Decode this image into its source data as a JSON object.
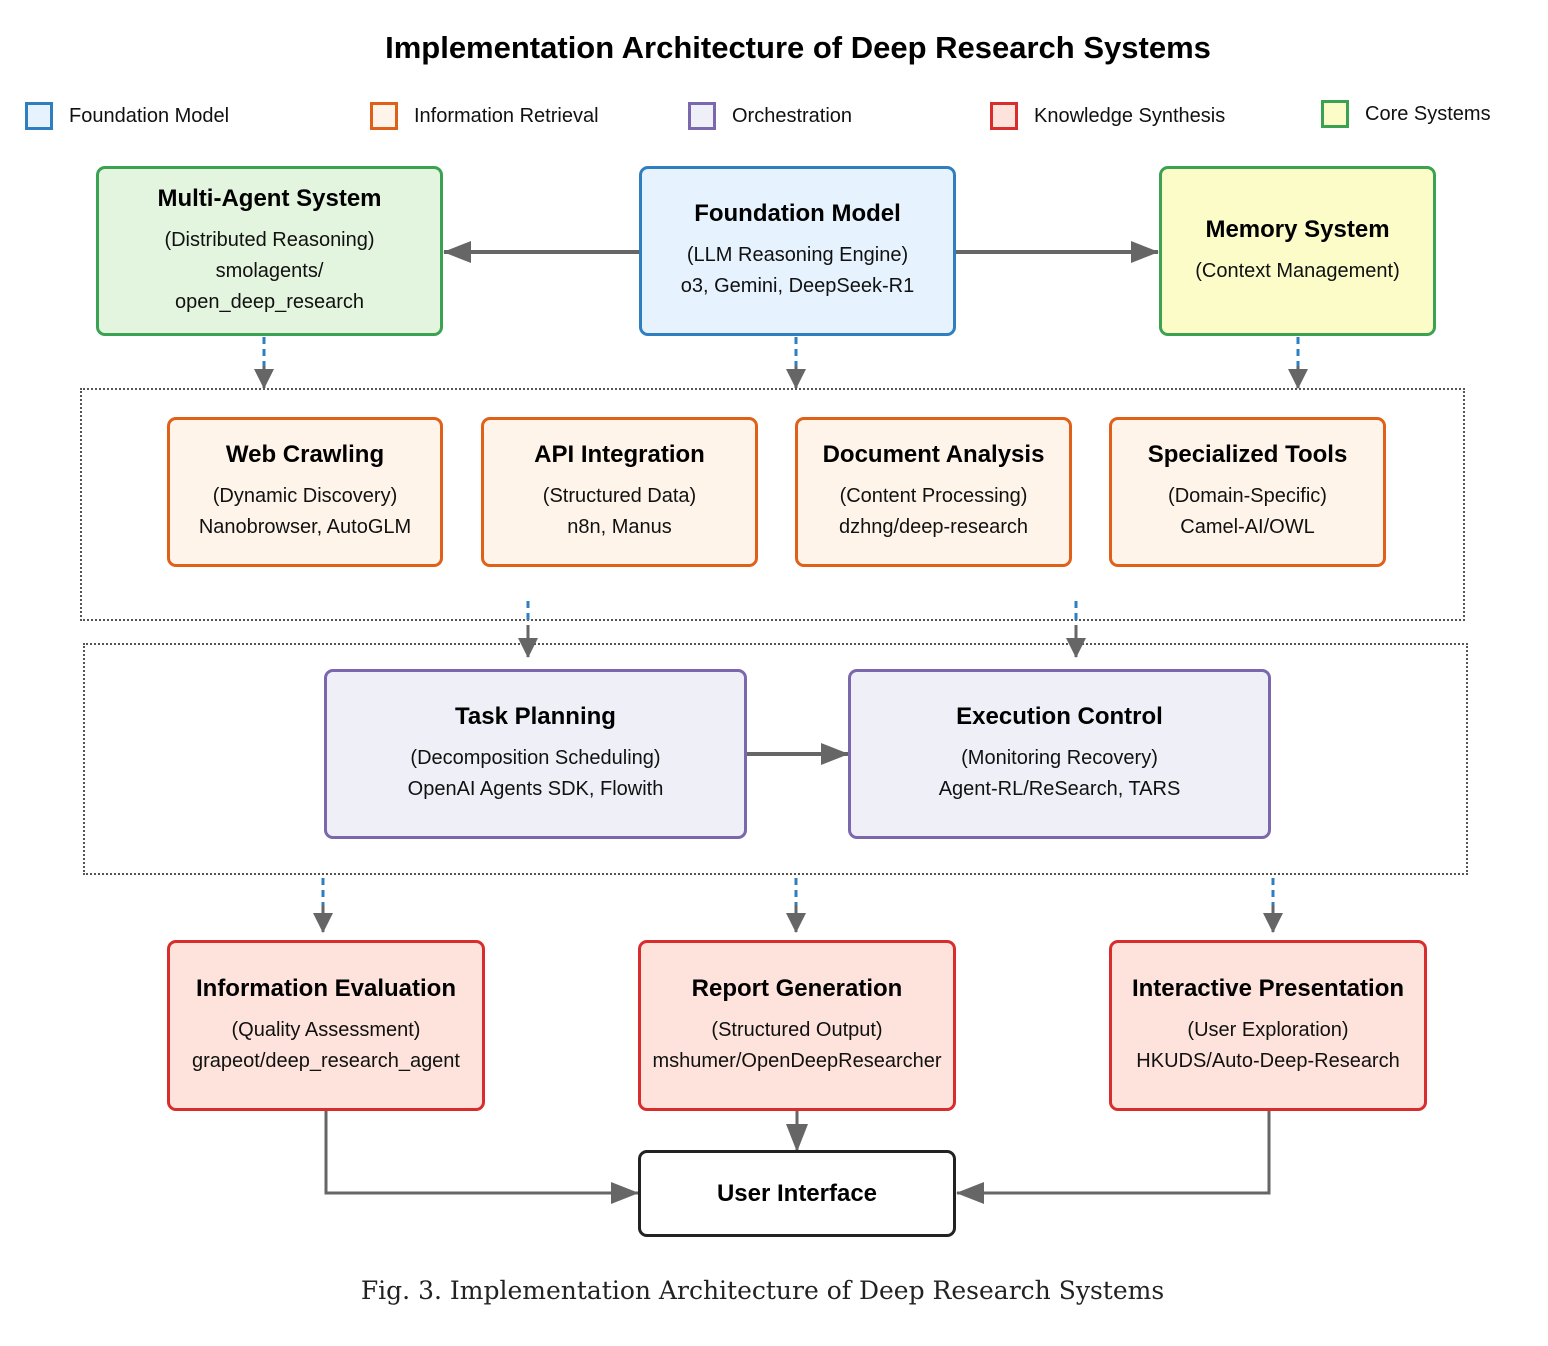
{
  "title": "Implementation Architecture of Deep Research Systems",
  "legend": [
    {
      "label": "Foundation Model",
      "fill": "#e6f2fd",
      "border": "#2f7fc0"
    },
    {
      "label": "Information Retrieval",
      "fill": "#fef4e9",
      "border": "#e0601a"
    },
    {
      "label": "Orchestration",
      "fill": "#efeff7",
      "border": "#7a67ad"
    },
    {
      "label": "Knowledge Synthesis",
      "fill": "#fde3db",
      "border": "#d92c2c"
    },
    {
      "label": "Core Systems",
      "fill": "#fbfcc7",
      "border": "#3aa251"
    }
  ],
  "nodes": {
    "multi_agent": {
      "title": "Multi-Agent System",
      "subtitle": "(Distributed Reasoning)",
      "examples": [
        "smolagents/",
        "open_deep_research"
      ]
    },
    "foundation": {
      "title": "Foundation Model",
      "subtitle": "(LLM Reasoning Engine)",
      "examples": [
        "o3, Gemini, DeepSeek-R1"
      ]
    },
    "memory": {
      "title": "Memory System",
      "subtitle": "(Context Management)",
      "examples": []
    },
    "web_crawling": {
      "title": "Web Crawling",
      "subtitle": "(Dynamic Discovery)",
      "examples": [
        "Nanobrowser, AutoGLM"
      ]
    },
    "api_integration": {
      "title": "API Integration",
      "subtitle": "(Structured Data)",
      "examples": [
        "n8n, Manus"
      ]
    },
    "document_analysis": {
      "title": "Document Analysis",
      "subtitle": "(Content Processing)",
      "examples": [
        "dzhng/deep-research"
      ]
    },
    "specialized_tools": {
      "title": "Specialized Tools",
      "subtitle": "(Domain-Specific)",
      "examples": [
        "Camel-AI/OWL"
      ]
    },
    "task_planning": {
      "title": "Task Planning",
      "subtitle": "(Decomposition Scheduling)",
      "examples": [
        "OpenAI Agents SDK, Flowith"
      ]
    },
    "execution_control": {
      "title": "Execution Control",
      "subtitle": "(Monitoring Recovery)",
      "examples": [
        "Agent-RL/ReSearch, TARS"
      ]
    },
    "information_evaluation": {
      "title": "Information Evaluation",
      "subtitle": "(Quality Assessment)",
      "examples": [
        "grapeot/deep_research_agent"
      ]
    },
    "report_generation": {
      "title": "Report Generation",
      "subtitle": "(Structured Output)",
      "examples": [
        "mshumer/OpenDeepResearcher"
      ]
    },
    "interactive_presentation": {
      "title": "Interactive Presentation",
      "subtitle": "(User Exploration)",
      "examples": [
        "HKUDS/Auto-Deep-Research"
      ]
    },
    "user_interface": {
      "title": "User Interface"
    }
  },
  "caption": "Fig. 3.  Implementation Architecture of Deep Research Systems"
}
